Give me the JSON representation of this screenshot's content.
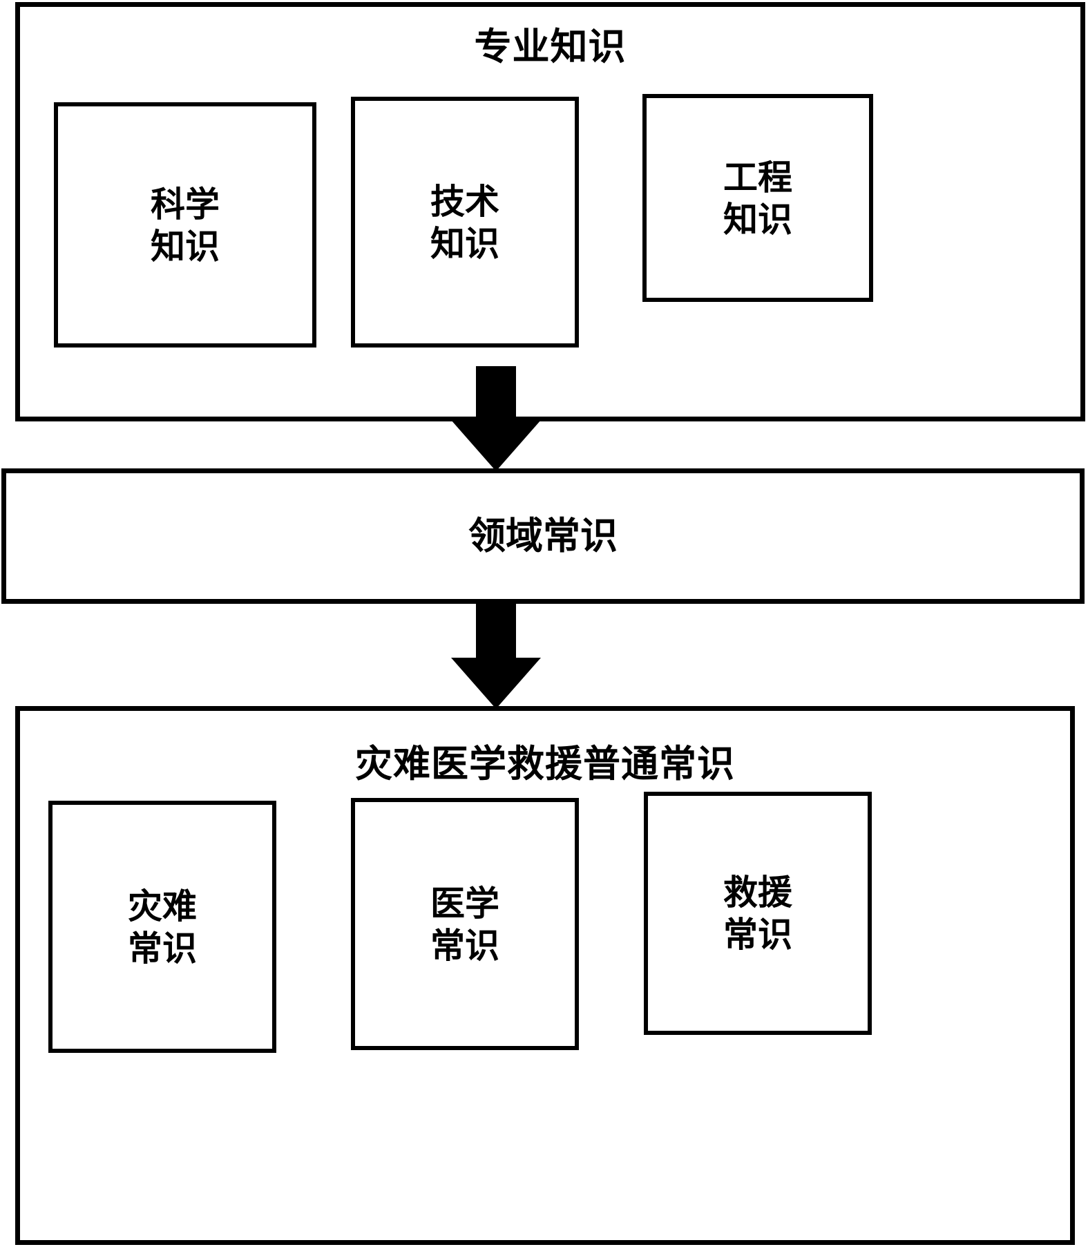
{
  "diagram": {
    "type": "hierarchical-flow",
    "orientation": "vertical-top-down",
    "background_color": "#ffffff",
    "stroke_color": "#000000",
    "levels": [
      {
        "id": "professional-knowledge",
        "title": "专业知识",
        "children": [
          {
            "id": "science-knowledge",
            "label": "科学\n知识"
          },
          {
            "id": "technology-knowledge",
            "label": "技术\n知识"
          },
          {
            "id": "engineering-knowledge",
            "label": "工程\n知识"
          }
        ]
      },
      {
        "id": "domain-common-sense",
        "title": "领域常识",
        "children": []
      },
      {
        "id": "disaster-medical-rescue-common-sense",
        "title": "灾难医学救援普通常识",
        "children": [
          {
            "id": "disaster-common-sense",
            "label": "灾难\n常识"
          },
          {
            "id": "medical-common-sense",
            "label": "医学\n常识"
          },
          {
            "id": "rescue-common-sense",
            "label": "救援\n常识"
          }
        ]
      }
    ],
    "connectors": [
      {
        "id": "arrow-professional-to-domain",
        "from": "professional-knowledge",
        "to": "domain-common-sense",
        "shape": "down-arrow"
      },
      {
        "id": "arrow-domain-to-disaster",
        "from": "domain-common-sense",
        "to": "disaster-medical-rescue-common-sense",
        "shape": "down-arrow"
      }
    ]
  }
}
